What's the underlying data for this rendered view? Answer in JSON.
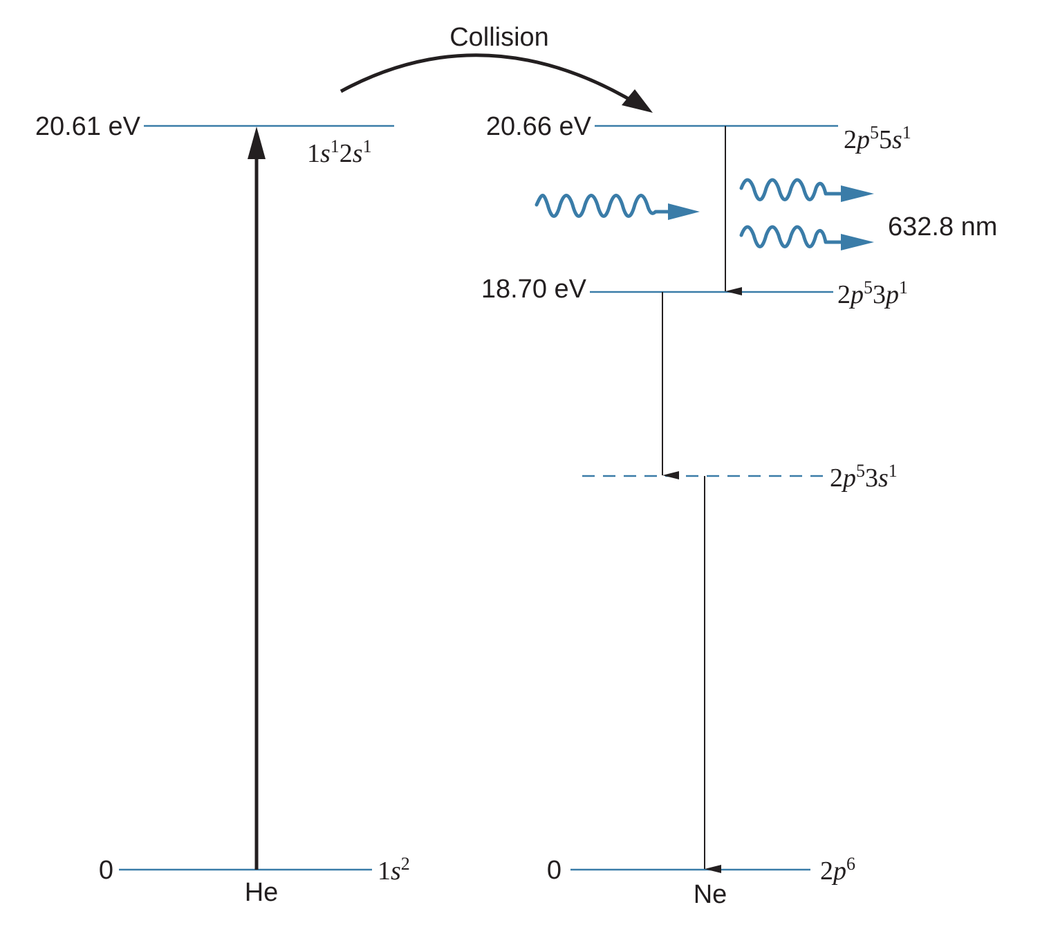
{
  "colors": {
    "level_line": "#3a7ca8",
    "photon": "#3a7ca8",
    "arrow": "#231f20",
    "text": "#231f20"
  },
  "collision_label": "Collision",
  "helium": {
    "name": "He",
    "excited_energy": "20.61 eV",
    "ground_energy": "0",
    "excited_config": {
      "a": "1",
      "b": "s",
      "c": "1",
      "d": "2",
      "e": "s",
      "f": "1"
    },
    "ground_config": {
      "a": "1",
      "b": "s",
      "c": "2"
    }
  },
  "neon": {
    "name": "Ne",
    "upper_energy": "20.66 eV",
    "middle_energy": "18.70 eV",
    "ground_energy": "0",
    "upper_config": {
      "a": "2",
      "b": "p",
      "c": "5",
      "d": "5",
      "e": "s",
      "f": "1"
    },
    "middle_config": {
      "a": "2",
      "b": "p",
      "c": "5",
      "d": "3",
      "e": "p",
      "f": "1"
    },
    "lower_config": {
      "a": "2",
      "b": "p",
      "c": "5",
      "d": "3",
      "e": "s",
      "f": "1"
    },
    "ground_config": {
      "a": "2",
      "b": "p",
      "c": "6"
    }
  },
  "emission_wavelength": "632.8 nm",
  "icons": {
    "photon": "wavy-arrow-icon",
    "transition": "arrow-down-icon",
    "excitation": "arrow-up-icon",
    "collision": "curved-arrow-icon"
  }
}
